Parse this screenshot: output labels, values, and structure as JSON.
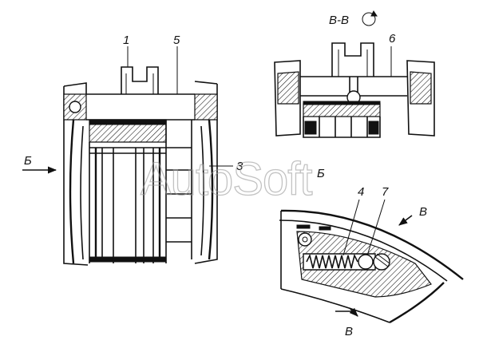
{
  "labels": {
    "part_1": "1",
    "part_3": "3",
    "part_4": "4",
    "part_5": "5",
    "part_6": "6",
    "part_7": "7",
    "view_b_left": "Б",
    "view_b_right": "Б",
    "section_title": "В-В",
    "section_mark_top": "В",
    "section_mark_bottom": "В"
  },
  "watermark": "AutoSoft"
}
